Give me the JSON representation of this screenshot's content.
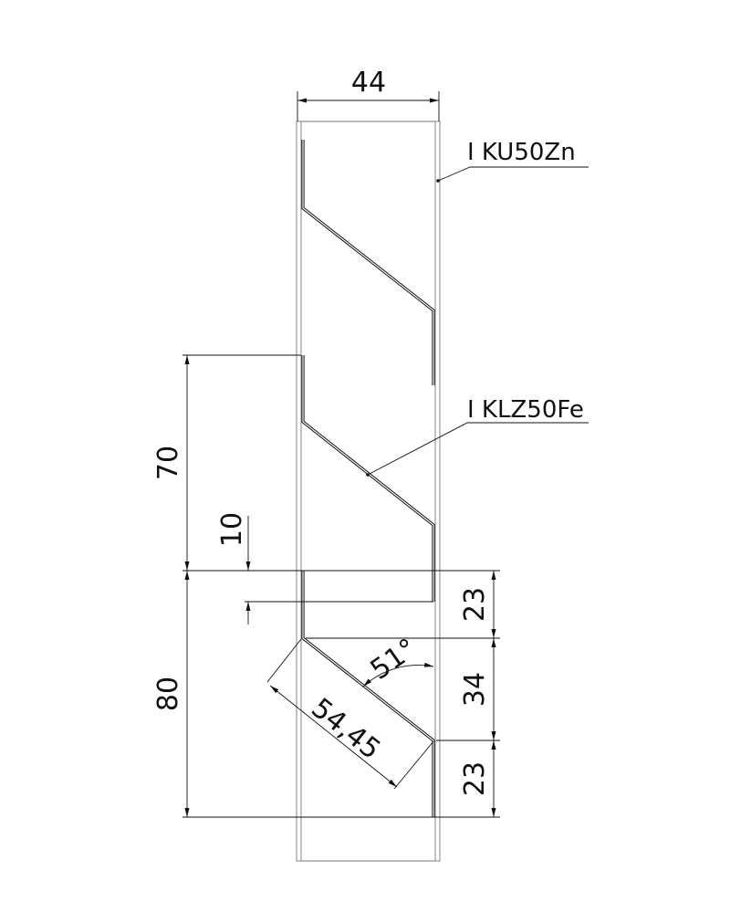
{
  "drawing": {
    "width_dim": "44",
    "labels": {
      "frame_part": "I KU50Zn",
      "louver_part": "I KLZ50Fe"
    },
    "dims": {
      "pitch": "70",
      "overlap": "10",
      "height": "80",
      "segment_top": "23",
      "segment_mid": "34",
      "segment_bottom": "23",
      "slant_length": "54,45",
      "angle": "51°"
    }
  }
}
